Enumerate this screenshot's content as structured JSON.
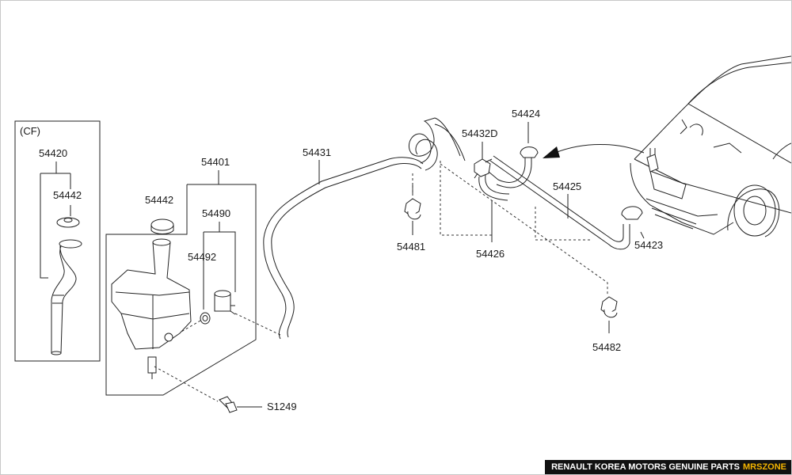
{
  "labels": {
    "cf": "(CF)",
    "p54420": "54420",
    "p54442_a": "54442",
    "p54442_b": "54442",
    "p54401": "54401",
    "p54490": "54490",
    "p54492": "54492",
    "p54431": "54431",
    "p54481": "54481",
    "p54432d": "54432D",
    "p54424": "54424",
    "p54426": "54426",
    "p54425": "54425",
    "p54423": "54423",
    "p54482": "54482",
    "s1249": "S1249"
  },
  "footer": {
    "text": "RENAULT KOREA MOTORS GENUINE PARTS",
    "brand": "MRSZONE"
  },
  "colors": {
    "line": "#222222",
    "footer_bg": "#111111",
    "footer_text": "#ffffff",
    "brand": "#f4b400"
  }
}
